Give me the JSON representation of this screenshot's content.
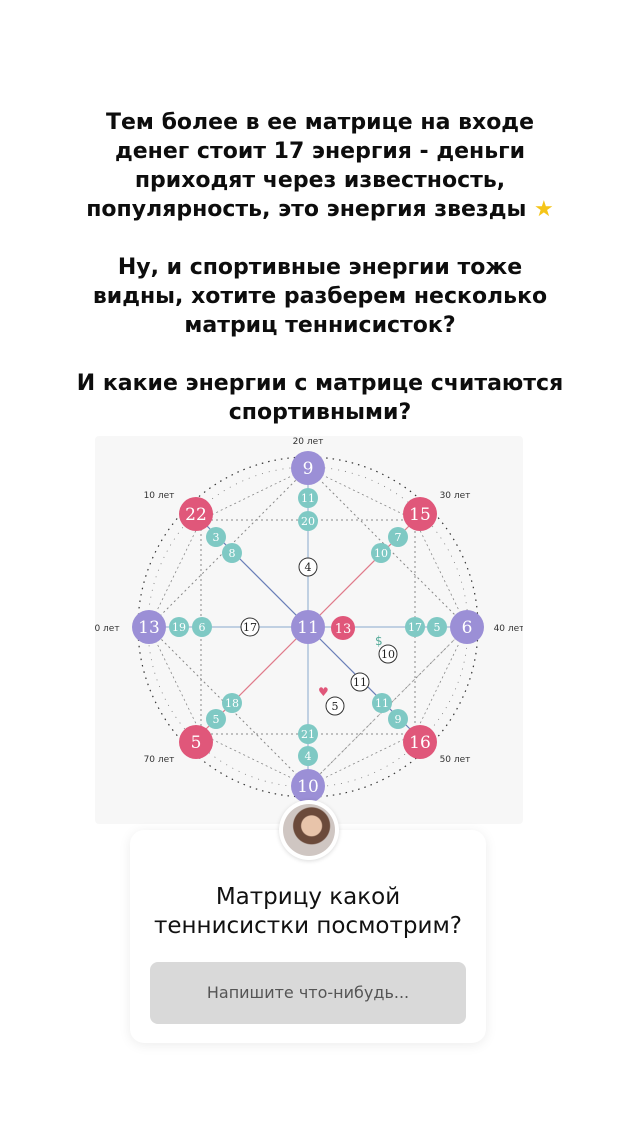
{
  "story": {
    "lines": [
      "Тем более в ее матрице на входе",
      "денег стоит 17 энергия - деньги",
      "приходят через известность,",
      "популярность, это энергия звезды",
      "",
      "Ну, и спортивные энергии тоже",
      "видны, хотите разберем несколько",
      "матриц теннисисток?",
      "",
      "И какие энергии с матрице считаются",
      "спортивными?"
    ],
    "star_icon": "star-emoji"
  },
  "matrix": {
    "age_labels": {
      "top": "20 лет",
      "right": "40 лет",
      "bottom": "",
      "left": "0 лет",
      "top_left": "10 лет",
      "top_right": "30 лет",
      "bottom_left": "70 лет",
      "bottom_right": "50 лет"
    },
    "outer": {
      "top": "9",
      "right": "6",
      "bottom": "10",
      "left": "13",
      "top_left": "22",
      "top_right": "15",
      "bottom_left": "5",
      "bottom_right": "16"
    },
    "center": "11",
    "center_right": "13",
    "inner": {
      "top_1": "11",
      "top_2": "20",
      "top_3": "4",
      "bottom_1": "21",
      "bottom_2": "4",
      "left_1": "19",
      "left_2": "6",
      "left_3": "17",
      "right_1": "17",
      "right_2": "5",
      "tl_1": "3",
      "tl_2": "8",
      "tr_1": "7",
      "tr_2": "10",
      "bl_1": "18",
      "bl_2": "5",
      "br_1": "11",
      "br_2": "9",
      "money": "10",
      "money_2": "11",
      "love": "5"
    },
    "colors": {
      "purple": "#9b8fd6",
      "pink": "#e0577a",
      "teal": "#7fc9c4",
      "line_red": "#e07a8a",
      "line_blue": "#6a7fb8"
    }
  },
  "question": {
    "text_line1": "Матрицу какой",
    "text_line2": "теннисистки посмотрим?",
    "placeholder": "Напишите что-нибудь..."
  }
}
